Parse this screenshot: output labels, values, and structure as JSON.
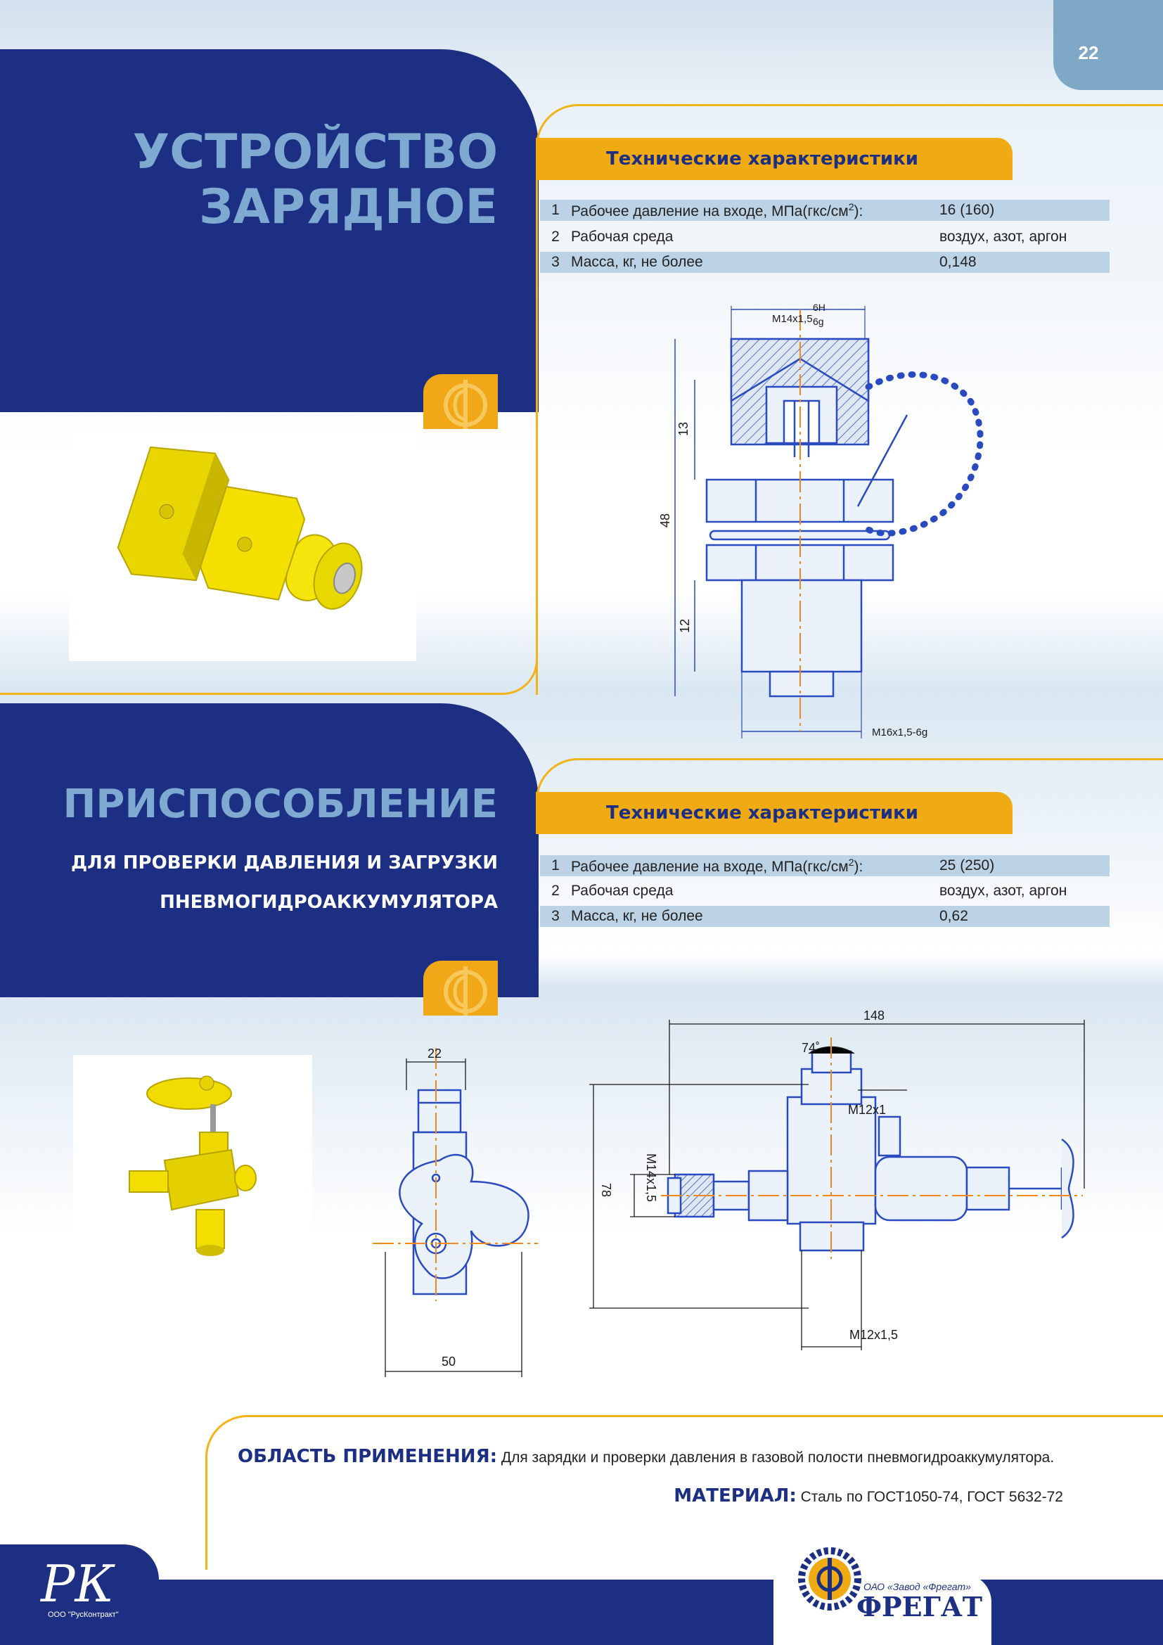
{
  "page_number": "22",
  "section1": {
    "title_line1": "УСТРОЙСТВО",
    "title_line2": "ЗАРЯДНОЕ",
    "tech_header": "Технические характеристики",
    "specs": [
      {
        "n": "1",
        "label": "Рабочее давление на входе, МПа(гкс/см",
        "sup": "2",
        "suffix": "):",
        "value": "16 (160)"
      },
      {
        "n": "2",
        "label": "Рабочая среда",
        "sup": "",
        "suffix": "",
        "value": "воздух, азот, аргон"
      },
      {
        "n": "3",
        "label": "Масса, кг, не более",
        "sup": "",
        "suffix": "",
        "value": "0,148"
      }
    ],
    "drawing": {
      "thread_top": "М14х1,5",
      "thread_top_tol_a": "6Н",
      "thread_top_tol_b": "6g",
      "dim_13": "13",
      "dim_48": "48",
      "dim_12": "12",
      "thread_bottom": "М16х1,5-6g"
    }
  },
  "section2": {
    "title": "ПРИСПОСОБЛЕНИЕ",
    "subtitle_line1": "ДЛЯ ПРОВЕРКИ ДАВЛЕНИЯ И ЗАГРУЗКИ",
    "subtitle_line2": "ПНЕВМОГИДРОАККУМУЛЯТОРА",
    "tech_header": "Технические характеристики",
    "specs": [
      {
        "n": "1",
        "label": "Рабочее давление на входе, МПа(гкс/см",
        "sup": "2",
        "suffix": "):",
        "value": "25 (250)"
      },
      {
        "n": "2",
        "label": "Рабочая среда",
        "sup": "",
        "suffix": "",
        "value": "воздух, азот, аргон"
      },
      {
        "n": "3",
        "label": "Масса, кг, не более",
        "sup": "",
        "suffix": "",
        "value": "0,62"
      }
    ],
    "drawing_side": {
      "dim_22": "22",
      "dim_50": "50"
    },
    "drawing_front": {
      "dim_148": "148",
      "angle": "74˚",
      "thread_top": "М12х1",
      "thread_left": "М14х1,5",
      "dim_78": "78",
      "thread_bottom": "М12х1,5"
    }
  },
  "application": {
    "heading": "ОБЛАСТЬ ПРИМЕНЕНИЯ:",
    "text": "Для зарядки и проверки давления в газовой полости пневмогидроаккумулятора."
  },
  "material": {
    "heading": "МАТЕРИАЛ:",
    "text": "Сталь по ГОСТ1050-74, ГОСТ 5632-72"
  },
  "footer": {
    "rk_logo": "РК",
    "rk_caption": "ООО \"РусКонтракт\"",
    "brand_small": "ОАО «Завод «Фрегат»",
    "brand_big": "ФРЕГАТ"
  },
  "colors": {
    "navy": "#1d2f83",
    "accent": "#f0aa13",
    "title_blue": "#7eaad2",
    "drawing_blue": "#2a4bbf",
    "center_orange": "#f08a20"
  }
}
